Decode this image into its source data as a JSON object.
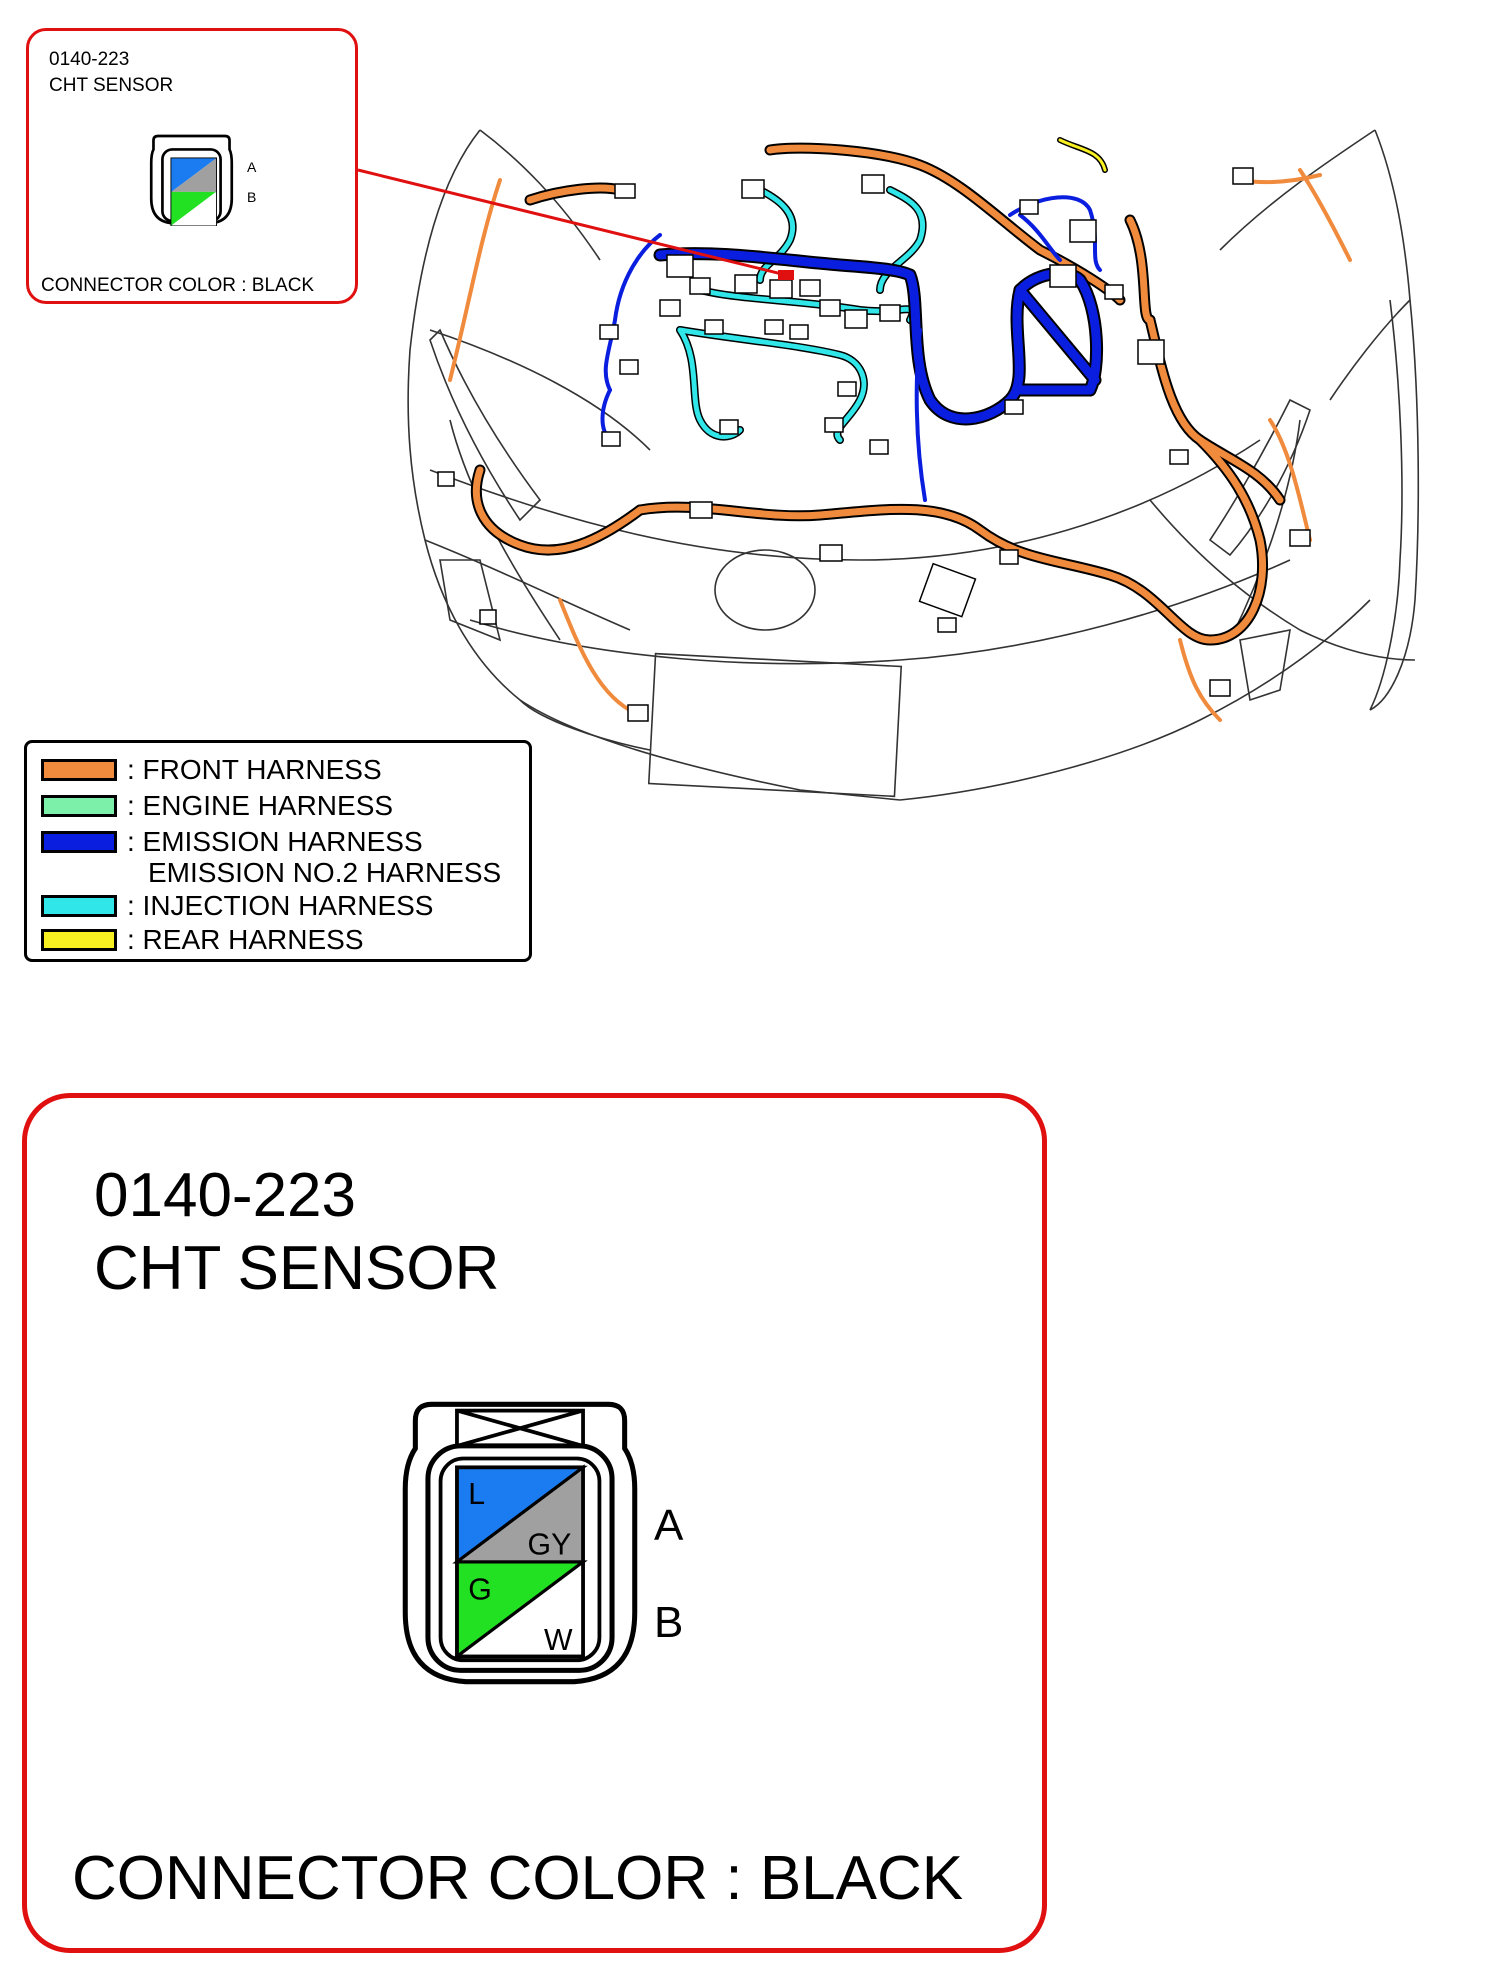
{
  "connector": {
    "code": "0140-223",
    "name": "CHT SENSOR",
    "color_label": "CONNECTOR COLOR : BLACK",
    "pins": [
      {
        "label": "A",
        "wire_top": "L",
        "wire_bottom": "GY",
        "color_top": "#1a7cf0",
        "color_bottom": "#a0a0a0"
      },
      {
        "label": "B",
        "wire_top": "G",
        "wire_bottom": "W",
        "color_top": "#22e022",
        "color_bottom": "#ffffff"
      }
    ]
  },
  "legend": {
    "items": [
      {
        "label": ": FRONT HARNESS",
        "color": "#f08a3c"
      },
      {
        "label": ": ENGINE HARNESS",
        "color": "#7cf0a8"
      },
      {
        "label": ": EMISSION HARNESS",
        "color": "#0a1ee0"
      },
      {
        "label": ": INJECTION HARNESS",
        "color": "#30e6e8"
      },
      {
        "label": ": REAR HARNESS",
        "color": "#f8f020"
      }
    ],
    "extra_label": "EMISSION NO.2 HARNESS"
  },
  "colors": {
    "highlight_red": "#e01010",
    "front": "#f08a3c",
    "emission": "#0a1ee0",
    "injection": "#30e6e8",
    "rear": "#f8f020"
  }
}
